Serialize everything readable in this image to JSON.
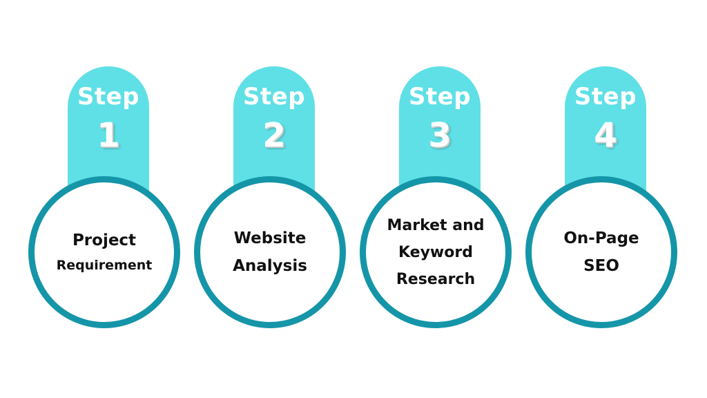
{
  "steps": [
    {
      "word": "Step",
      "number": "1",
      "title_lines": [
        "Project",
        "Requirement"
      ]
    },
    {
      "word": "Step",
      "number": "2",
      "title_lines": [
        "Website",
        "Analysis"
      ]
    },
    {
      "word": "Step",
      "number": "3",
      "title_lines": [
        "Market and",
        "Keyword",
        "Research"
      ]
    },
    {
      "word": "Step",
      "number": "4",
      "title_lines": [
        "On-Page",
        "SEO"
      ]
    }
  ],
  "colors": {
    "tab": "#5fe0e6",
    "ring": "#1595a8",
    "background": "#ffffff",
    "text": "#111111"
  }
}
